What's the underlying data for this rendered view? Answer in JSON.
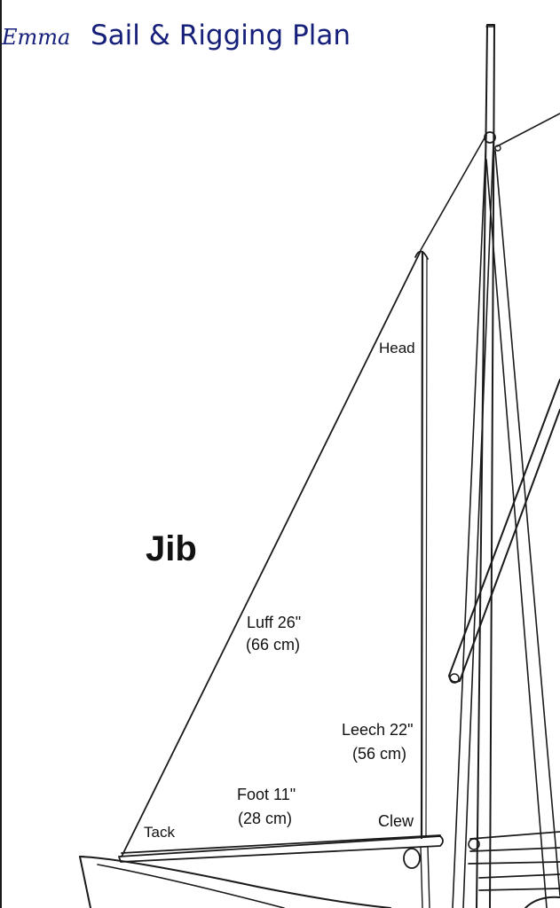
{
  "header": {
    "boat_name": "Emma",
    "title": "Sail & Rigging Plan"
  },
  "sail": {
    "name": "Jib",
    "labels": {
      "head": "Head",
      "luff": "Luff 26\"",
      "luff_metric": "(66 cm)",
      "leech": "Leech 22\"",
      "leech_metric": "(56 cm)",
      "foot": "Foot 11\"",
      "foot_metric": "(28 cm)",
      "tack": "Tack",
      "clew": "Clew"
    }
  },
  "colors": {
    "title_ink": "#16207a",
    "line_ink": "#1a1a1a"
  }
}
